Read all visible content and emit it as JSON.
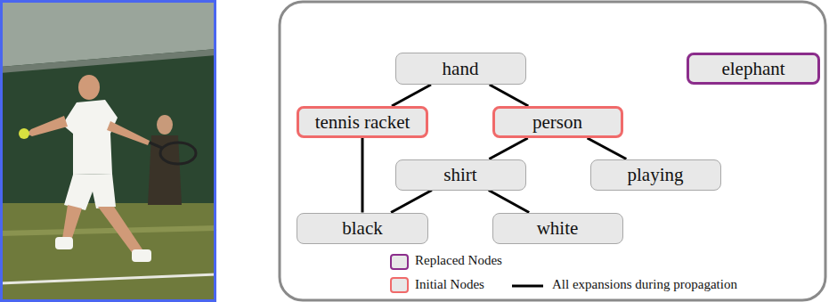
{
  "diagram": {
    "nodes": [
      {
        "text": [
          "hand"
        ]
      },
      {
        "text": [
          "elephant"
        ]
      },
      {
        "text": [
          "tennis racket"
        ]
      },
      {
        "text": [
          "person"
        ]
      },
      {
        "text": [
          "shirt"
        ]
      },
      {
        "text": [
          "playing"
        ]
      },
      {
        "text": [
          "black"
        ]
      },
      {
        "text": [
          "white"
        ]
      }
    ],
    "edges": [
      {
        "from": 0,
        "to": 2,
        "arrow": "none"
      },
      {
        "from": 0,
        "to": 3,
        "arrow": "none"
      },
      {
        "from": 2,
        "to": 6,
        "arrow": "none"
      },
      {
        "from": 3,
        "to": 4,
        "arrow": "none"
      },
      {
        "from": 3,
        "to": 5,
        "arrow": "none"
      },
      {
        "from": 4,
        "to": 6,
        "arrow": "none"
      },
      {
        "from": 4,
        "to": 7,
        "arrow": "none"
      }
    ],
    "legend": [
      {
        "text": "Replaced Nodes",
        "color": "#8b2d8b"
      },
      {
        "text": "Initial Nodes",
        "color": "#f06a6a"
      },
      {
        "text": "All expansions during propagation"
      }
    ]
  }
}
